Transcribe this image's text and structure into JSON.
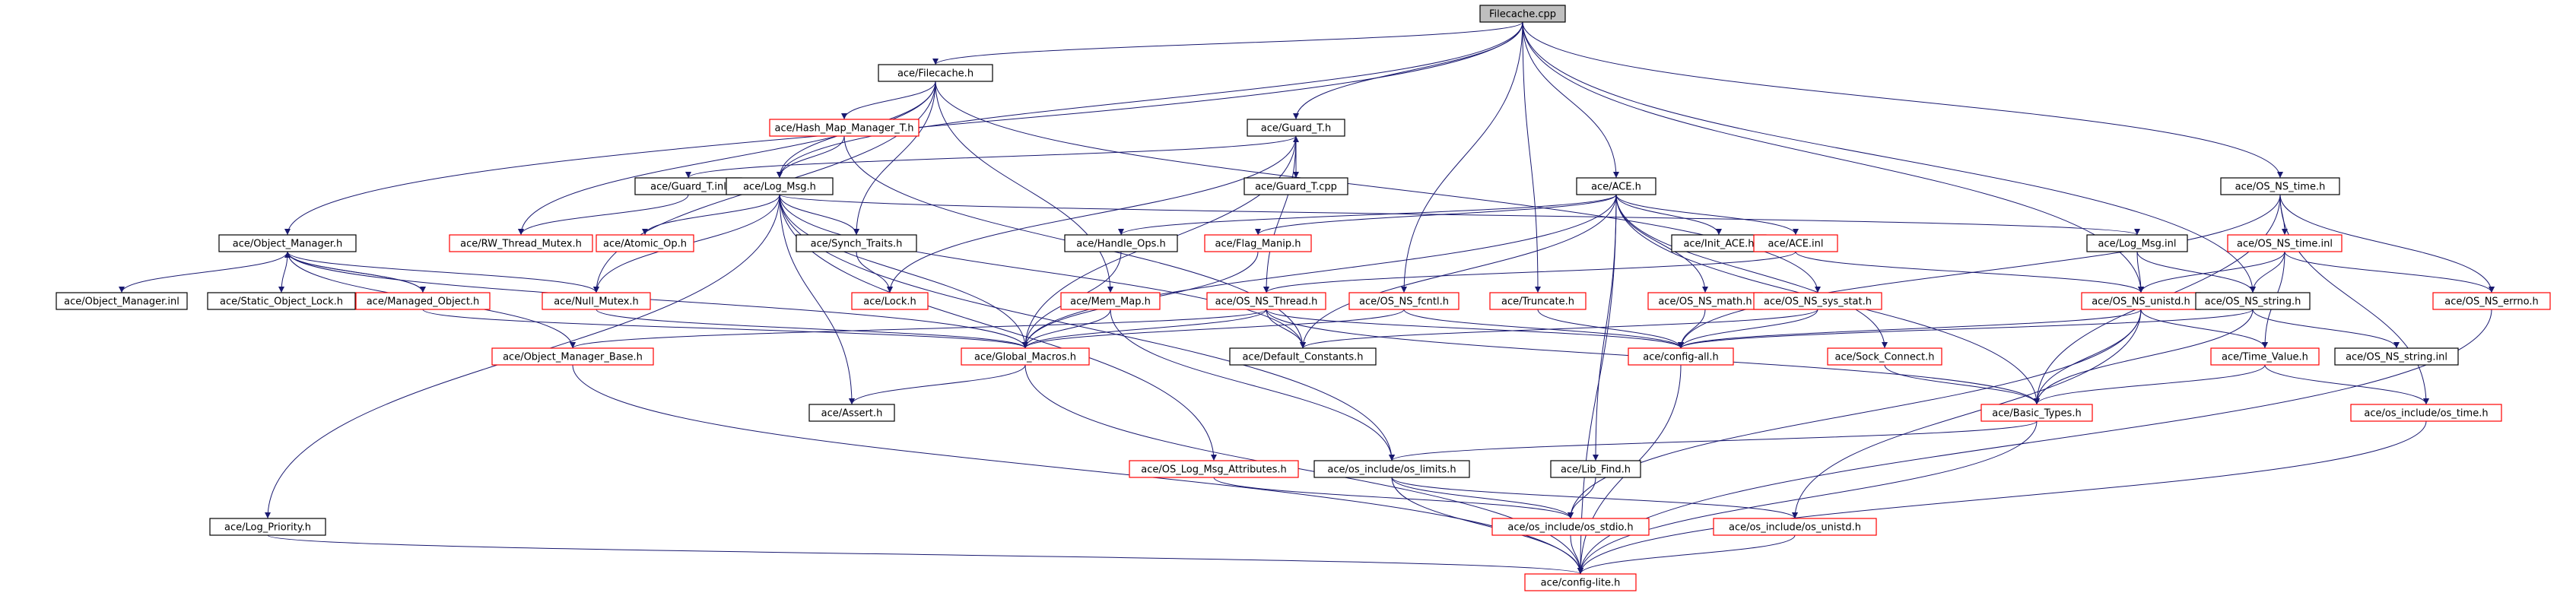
{
  "graph": {
    "root": "Filecache.cpp",
    "edge_color": "#191970",
    "missing_border_color": "#ff0000",
    "nodes": [
      {
        "id": "filecache_cpp",
        "label": "Filecache.cpp",
        "type": "root"
      },
      {
        "id": "filecache_h",
        "label": "ace/Filecache.h",
        "type": "normal"
      },
      {
        "id": "hash_map",
        "label": "ace/Hash_Map_Manager_T.h",
        "type": "missing"
      },
      {
        "id": "guard_t_h",
        "label": "ace/Guard_T.h",
        "type": "normal"
      },
      {
        "id": "guard_t_inl",
        "label": "ace/Guard_T.inl",
        "type": "normal"
      },
      {
        "id": "log_msg_h",
        "label": "ace/Log_Msg.h",
        "type": "normal"
      },
      {
        "id": "guard_t_cpp",
        "label": "ace/Guard_T.cpp",
        "type": "normal"
      },
      {
        "id": "ace_h",
        "label": "ace/ACE.h",
        "type": "normal"
      },
      {
        "id": "os_ns_time_h",
        "label": "ace/OS_NS_time.h",
        "type": "normal"
      },
      {
        "id": "object_manager_h",
        "label": "ace/Object_Manager.h",
        "type": "normal"
      },
      {
        "id": "rw_thread_mutex",
        "label": "ace/RW_Thread_Mutex.h",
        "type": "missing"
      },
      {
        "id": "atomic_op",
        "label": "ace/Atomic_Op.h",
        "type": "missing"
      },
      {
        "id": "synch_traits",
        "label": "ace/Synch_Traits.h",
        "type": "normal"
      },
      {
        "id": "handle_ops",
        "label": "ace/Handle_Ops.h",
        "type": "normal"
      },
      {
        "id": "flag_manip",
        "label": "ace/Flag_Manip.h",
        "type": "missing"
      },
      {
        "id": "init_ace",
        "label": "ace/Init_ACE.h",
        "type": "normal"
      },
      {
        "id": "ace_inl",
        "label": "ace/ACE.inl",
        "type": "missing"
      },
      {
        "id": "log_msg_inl",
        "label": "ace/Log_Msg.inl",
        "type": "normal"
      },
      {
        "id": "os_ns_time_inl",
        "label": "ace/OS_NS_time.inl",
        "type": "missing"
      },
      {
        "id": "object_manager_inl",
        "label": "ace/Object_Manager.inl",
        "type": "normal"
      },
      {
        "id": "static_object_lock",
        "label": "ace/Static_Object_Lock.h",
        "type": "normal"
      },
      {
        "id": "managed_object",
        "label": "ace/Managed_Object.h",
        "type": "missing"
      },
      {
        "id": "null_mutex",
        "label": "ace/Null_Mutex.h",
        "type": "missing"
      },
      {
        "id": "lock_h",
        "label": "ace/Lock.h",
        "type": "missing"
      },
      {
        "id": "mem_map",
        "label": "ace/Mem_Map.h",
        "type": "missing"
      },
      {
        "id": "os_ns_thread",
        "label": "ace/OS_NS_Thread.h",
        "type": "missing"
      },
      {
        "id": "os_ns_fcntl",
        "label": "ace/OS_NS_fcntl.h",
        "type": "missing"
      },
      {
        "id": "truncate",
        "label": "ace/Truncate.h",
        "type": "missing"
      },
      {
        "id": "os_ns_math",
        "label": "ace/OS_NS_math.h",
        "type": "missing"
      },
      {
        "id": "os_ns_sys_stat",
        "label": "ace/OS_NS_sys_stat.h",
        "type": "missing"
      },
      {
        "id": "os_ns_unistd",
        "label": "ace/OS_NS_unistd.h",
        "type": "missing"
      },
      {
        "id": "os_ns_string_h",
        "label": "ace/OS_NS_string.h",
        "type": "normal"
      },
      {
        "id": "os_ns_errno",
        "label": "ace/OS_NS_errno.h",
        "type": "missing"
      },
      {
        "id": "object_manager_base",
        "label": "ace/Object_Manager_Base.h",
        "type": "missing"
      },
      {
        "id": "global_macros",
        "label": "ace/Global_Macros.h",
        "type": "missing"
      },
      {
        "id": "default_constants",
        "label": "ace/Default_Constants.h",
        "type": "normal"
      },
      {
        "id": "config_all",
        "label": "ace/config-all.h",
        "type": "missing"
      },
      {
        "id": "sock_connect",
        "label": "ace/Sock_Connect.h",
        "type": "missing"
      },
      {
        "id": "time_value",
        "label": "ace/Time_Value.h",
        "type": "missing"
      },
      {
        "id": "os_ns_string_inl",
        "label": "ace/OS_NS_string.inl",
        "type": "normal"
      },
      {
        "id": "assert_h",
        "label": "ace/Assert.h",
        "type": "normal"
      },
      {
        "id": "basic_types",
        "label": "ace/Basic_Types.h",
        "type": "missing"
      },
      {
        "id": "os_include_os_time",
        "label": "ace/os_include/os_time.h",
        "type": "missing"
      },
      {
        "id": "os_log_msg_attr",
        "label": "ace/OS_Log_Msg_Attributes.h",
        "type": "missing"
      },
      {
        "id": "os_include_os_limits",
        "label": "ace/os_include/os_limits.h",
        "type": "normal"
      },
      {
        "id": "lib_find",
        "label": "ace/Lib_Find.h",
        "type": "normal"
      },
      {
        "id": "log_priority",
        "label": "ace/Log_Priority.h",
        "type": "normal"
      },
      {
        "id": "os_include_os_stdio",
        "label": "ace/os_include/os_stdio.h",
        "type": "missing"
      },
      {
        "id": "os_include_os_unistd",
        "label": "ace/os_include/os_unistd.h",
        "type": "missing"
      },
      {
        "id": "config_lite",
        "label": "ace/config-lite.h",
        "type": "missing"
      }
    ],
    "edges": [
      [
        "filecache_cpp",
        "filecache_h"
      ],
      [
        "filecache_cpp",
        "guard_t_h"
      ],
      [
        "filecache_cpp",
        "ace_h"
      ],
      [
        "filecache_cpp",
        "os_ns_time_h"
      ],
      [
        "filecache_cpp",
        "object_manager_h"
      ],
      [
        "filecache_cpp",
        "log_msg_h"
      ],
      [
        "filecache_cpp",
        "os_ns_fcntl"
      ],
      [
        "filecache_cpp",
        "truncate"
      ],
      [
        "filecache_cpp",
        "os_ns_unistd"
      ],
      [
        "filecache_cpp",
        "os_ns_string_h"
      ],
      [
        "filecache_h",
        "hash_map"
      ],
      [
        "filecache_h",
        "log_msg_h"
      ],
      [
        "filecache_h",
        "rw_thread_mutex"
      ],
      [
        "filecache_h",
        "synch_traits"
      ],
      [
        "filecache_h",
        "mem_map"
      ],
      [
        "filecache_h",
        "os_ns_sys_stat"
      ],
      [
        "filecache_h",
        "null_mutex"
      ],
      [
        "hash_map",
        "log_msg_h"
      ],
      [
        "hash_map",
        "default_constants"
      ],
      [
        "guard_t_h",
        "guard_t_inl"
      ],
      [
        "guard_t_h",
        "guard_t_cpp"
      ],
      [
        "guard_t_h",
        "lock_h"
      ],
      [
        "guard_t_h",
        "global_macros"
      ],
      [
        "guard_t_h",
        "os_ns_thread"
      ],
      [
        "guard_t_cpp",
        "guard_t_h"
      ],
      [
        "guard_t_inl",
        "rw_thread_mutex"
      ],
      [
        "log_msg_h",
        "atomic_op"
      ],
      [
        "log_msg_h",
        "synch_traits"
      ],
      [
        "log_msg_h",
        "log_msg_inl"
      ],
      [
        "log_msg_h",
        "global_macros"
      ],
      [
        "log_msg_h",
        "default_constants"
      ],
      [
        "log_msg_h",
        "assert_h"
      ],
      [
        "log_msg_h",
        "log_priority"
      ],
      [
        "log_msg_h",
        "os_include_os_limits"
      ],
      [
        "log_msg_h",
        "os_log_msg_attr"
      ],
      [
        "log_msg_h",
        "null_mutex"
      ],
      [
        "synch_traits",
        "lock_h"
      ],
      [
        "ace_h",
        "handle_ops"
      ],
      [
        "ace_h",
        "flag_manip"
      ],
      [
        "ace_h",
        "init_ace"
      ],
      [
        "ace_h",
        "ace_inl"
      ],
      [
        "ace_h",
        "global_macros"
      ],
      [
        "ace_h",
        "default_constants"
      ],
      [
        "ace_h",
        "lib_find"
      ],
      [
        "ace_h",
        "sock_connect"
      ],
      [
        "ace_h",
        "os_ns_math"
      ],
      [
        "ace_h",
        "config_lite"
      ],
      [
        "ace_h",
        "basic_types"
      ],
      [
        "ace_inl",
        "os_ns_thread"
      ],
      [
        "ace_inl",
        "os_ns_unistd"
      ],
      [
        "os_ns_time_h",
        "os_ns_time_inl"
      ],
      [
        "os_ns_time_h",
        "os_ns_errno"
      ],
      [
        "os_ns_time_h",
        "config_all"
      ],
      [
        "os_ns_time_h",
        "basic_types"
      ],
      [
        "os_ns_time_h",
        "os_include_os_time"
      ],
      [
        "os_ns_time_inl",
        "os_ns_errno"
      ],
      [
        "os_ns_time_inl",
        "os_ns_unistd"
      ],
      [
        "os_ns_time_inl",
        "os_ns_string_h"
      ],
      [
        "os_ns_time_inl",
        "time_value"
      ],
      [
        "log_msg_inl",
        "os_ns_string_h"
      ],
      [
        "log_msg_inl",
        "os_ns_unistd"
      ],
      [
        "object_manager_h",
        "object_manager_inl"
      ],
      [
        "object_manager_h",
        "static_object_lock"
      ],
      [
        "object_manager_h",
        "managed_object"
      ],
      [
        "object_manager_h",
        "null_mutex"
      ],
      [
        "object_manager_h",
        "object_manager_base"
      ],
      [
        "object_manager_h",
        "global_macros"
      ],
      [
        "managed_object",
        "object_manager_h"
      ],
      [
        "managed_object",
        "global_macros"
      ],
      [
        "null_mutex",
        "global_macros"
      ],
      [
        "handle_ops",
        "global_macros"
      ],
      [
        "flag_manip",
        "global_macros"
      ],
      [
        "mem_map",
        "global_macros"
      ],
      [
        "mem_map",
        "os_include_os_limits"
      ],
      [
        "os_ns_thread",
        "global_macros"
      ],
      [
        "os_ns_thread",
        "default_constants"
      ],
      [
        "os_ns_thread",
        "config_all"
      ],
      [
        "os_ns_thread",
        "object_manager_base"
      ],
      [
        "os_ns_thread",
        "basic_types"
      ],
      [
        "os_ns_fcntl",
        "global_macros"
      ],
      [
        "os_ns_fcntl",
        "config_all"
      ],
      [
        "truncate",
        "config_all"
      ],
      [
        "os_ns_math",
        "config_all"
      ],
      [
        "os_ns_sys_stat",
        "config_all"
      ],
      [
        "os_ns_sys_stat",
        "default_constants"
      ],
      [
        "os_ns_unistd",
        "config_all"
      ],
      [
        "os_ns_unistd",
        "time_value"
      ],
      [
        "os_ns_unistd",
        "basic_types"
      ],
      [
        "os_ns_unistd",
        "os_include_os_stdio"
      ],
      [
        "os_ns_unistd",
        "os_include_os_unistd"
      ],
      [
        "os_ns_string_h",
        "config_all"
      ],
      [
        "os_ns_string_h",
        "os_ns_string_inl"
      ],
      [
        "os_ns_string_h",
        "basic_types"
      ],
      [
        "os_ns_errno",
        "config_lite"
      ],
      [
        "global_macros",
        "assert_h"
      ],
      [
        "global_macros",
        "config_lite"
      ],
      [
        "config_all",
        "config_lite"
      ],
      [
        "sock_connect",
        "basic_types"
      ],
      [
        "time_value",
        "basic_types"
      ],
      [
        "time_value",
        "os_include_os_time"
      ],
      [
        "basic_types",
        "os_include_os_limits"
      ],
      [
        "basic_types",
        "config_lite"
      ],
      [
        "os_include_os_time",
        "config_lite"
      ],
      [
        "os_log_msg_attr",
        "os_include_os_stdio"
      ],
      [
        "os_include_os_limits",
        "os_include_os_stdio"
      ],
      [
        "os_include_os_limits",
        "os_include_os_unistd"
      ],
      [
        "os_include_os_limits",
        "config_lite"
      ],
      [
        "lib_find",
        "os_include_os_stdio"
      ],
      [
        "log_priority",
        "config_lite"
      ],
      [
        "object_manager_base",
        "config_lite"
      ],
      [
        "os_include_os_stdio",
        "config_lite"
      ],
      [
        "os_include_os_unistd",
        "config_lite"
      ]
    ]
  }
}
